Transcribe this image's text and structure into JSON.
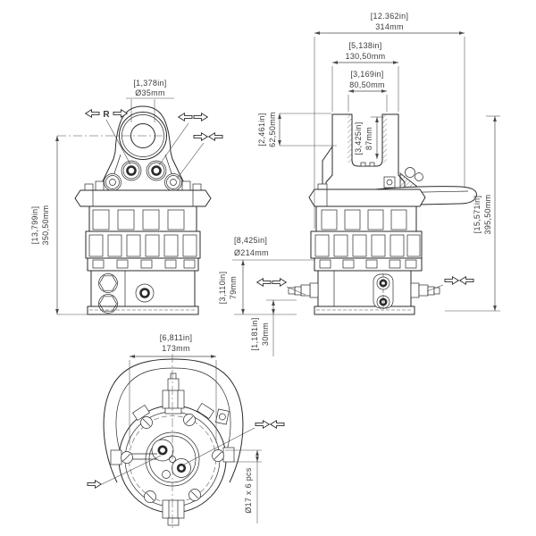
{
  "drawing": {
    "type": "engineering-drawing",
    "subject": "hydraulic-rotator",
    "background": "#ffffff",
    "line_color": "#2a2a2a",
    "views": {
      "front": "front-view",
      "side": "side-view",
      "bottom": "bottom-view"
    },
    "dimensions": {
      "pin_hole": {
        "in": "[1,378in]",
        "mm": "Ø35mm"
      },
      "front_height": {
        "in": "[13,799in]",
        "mm": "350,50mm"
      },
      "overall_width": {
        "in": "[12.362in]",
        "mm": "314mm"
      },
      "fork_outer": {
        "in": "[5,138in]",
        "mm": "130,50mm"
      },
      "fork_inner": {
        "in": "[3,169in]",
        "mm": "80,50mm"
      },
      "pin_boss": {
        "in": "[2,461in]",
        "mm": "62,50mm"
      },
      "fork_depth": {
        "in": "[3,425in]",
        "mm": "87mm"
      },
      "side_height": {
        "in": "[15,571in]",
        "mm": "395,50mm"
      },
      "body_dia": {
        "in": "[8,425in]",
        "mm": "Ø214mm"
      },
      "block_height": {
        "in": "[3,110in]",
        "mm": "79mm"
      },
      "port_offset": {
        "in": "[1,181in]",
        "mm": "30mm"
      },
      "flange_width": {
        "in": "[6,811in]",
        "mm": "173mm"
      },
      "bolt_holes": "Ø17 x 6 pcs"
    },
    "annotations": {
      "rotation_label": "R",
      "icons": {
        "flow-arrow-left-outline": "⇦",
        "flow-arrow-right-outline": "⇨"
      }
    }
  }
}
